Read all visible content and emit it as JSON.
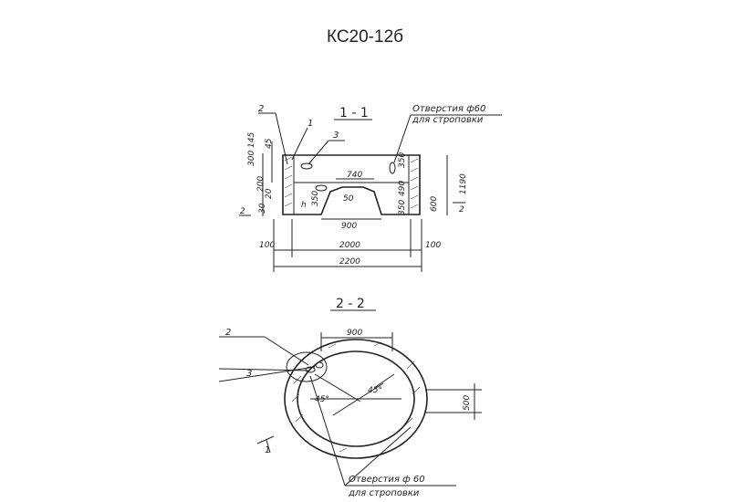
{
  "title": "КС20-12б",
  "section1": {
    "label": "1 - 1",
    "callouts": [
      "2",
      "1",
      "3"
    ],
    "hole_note_line1": "Отверстия ф60",
    "hole_note_line2": "для строповки",
    "dims": {
      "d45": "45",
      "d145": "145",
      "d300": "300",
      "d200": "200",
      "d20": "20",
      "d30": "30",
      "d2": "2",
      "d740": "740",
      "d50": "50",
      "d900": "900",
      "d2000": "2000",
      "d2200": "2200",
      "d100l": "100",
      "d100r": "100",
      "d350": "350",
      "d490": "490",
      "d350b": "350",
      "d600": "600",
      "d1190": "1190",
      "d2r": "2",
      "h": "h",
      "d350c": "350"
    }
  },
  "section2": {
    "label": "2 - 2",
    "callouts": [
      "2",
      "3",
      "1"
    ],
    "dims": {
      "d900": "900",
      "d500": "500",
      "ang1": "45°",
      "ang2": "45°"
    },
    "hole_note_line1": "Отверстия ф 60",
    "hole_note_line2": "для строповки"
  }
}
